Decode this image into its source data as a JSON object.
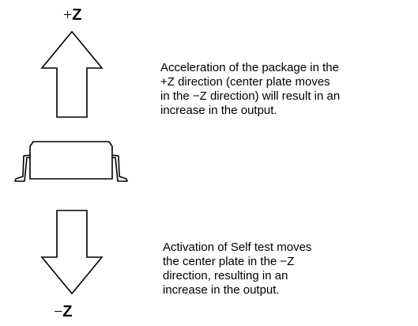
{
  "labels": {
    "plus_z": {
      "sign": "+",
      "axis": "Z"
    },
    "minus_z": {
      "sign": "−",
      "axis": "Z"
    }
  },
  "descriptions": {
    "acceleration": {
      "lines": [
        "Acceleration of the package in the",
        "+Z direction (center plate moves",
        "in the −Z direction) will result in an",
        "increase in the output."
      ]
    },
    "self_test": {
      "lines": [
        "Activation of Self test moves",
        "the center plate in the −Z",
        "direction, resulting in an",
        "increase in the output."
      ]
    }
  },
  "colors": {
    "stroke": "#000000",
    "background": "#ffffff"
  }
}
